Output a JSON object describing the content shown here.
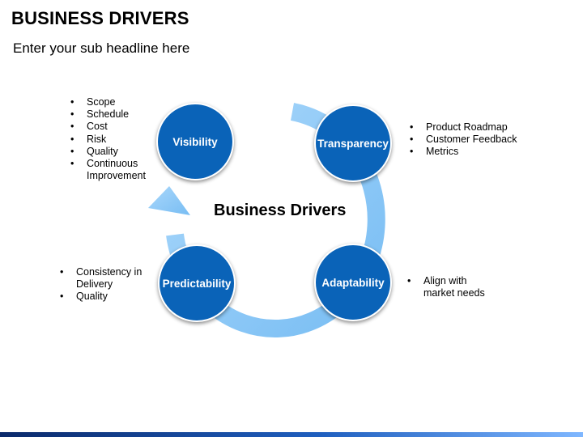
{
  "header": {
    "title": "BUSINESS DRIVERS",
    "subtitle": "Enter your sub headline here"
  },
  "diagram": {
    "center_label": "Business Drivers",
    "nodes": [
      {
        "label": "Visibility",
        "items": [
          "Scope",
          "Schedule",
          "Cost",
          "Risk",
          "Quality",
          "Continuous Improvement"
        ]
      },
      {
        "label": "Transparency",
        "items": [
          "Product Roadmap",
          "Customer Feedback",
          "Metrics"
        ]
      },
      {
        "label": "Adaptability",
        "items": [
          "Align with market needs"
        ]
      },
      {
        "label": "Predictability",
        "items": [
          "Consistency in Delivery",
          "Quality"
        ]
      }
    ]
  },
  "colors": {
    "node_fill": "#0a63b8",
    "arrow_fill": "#8ec9f7",
    "footer_bar": "#1f5fbf"
  }
}
